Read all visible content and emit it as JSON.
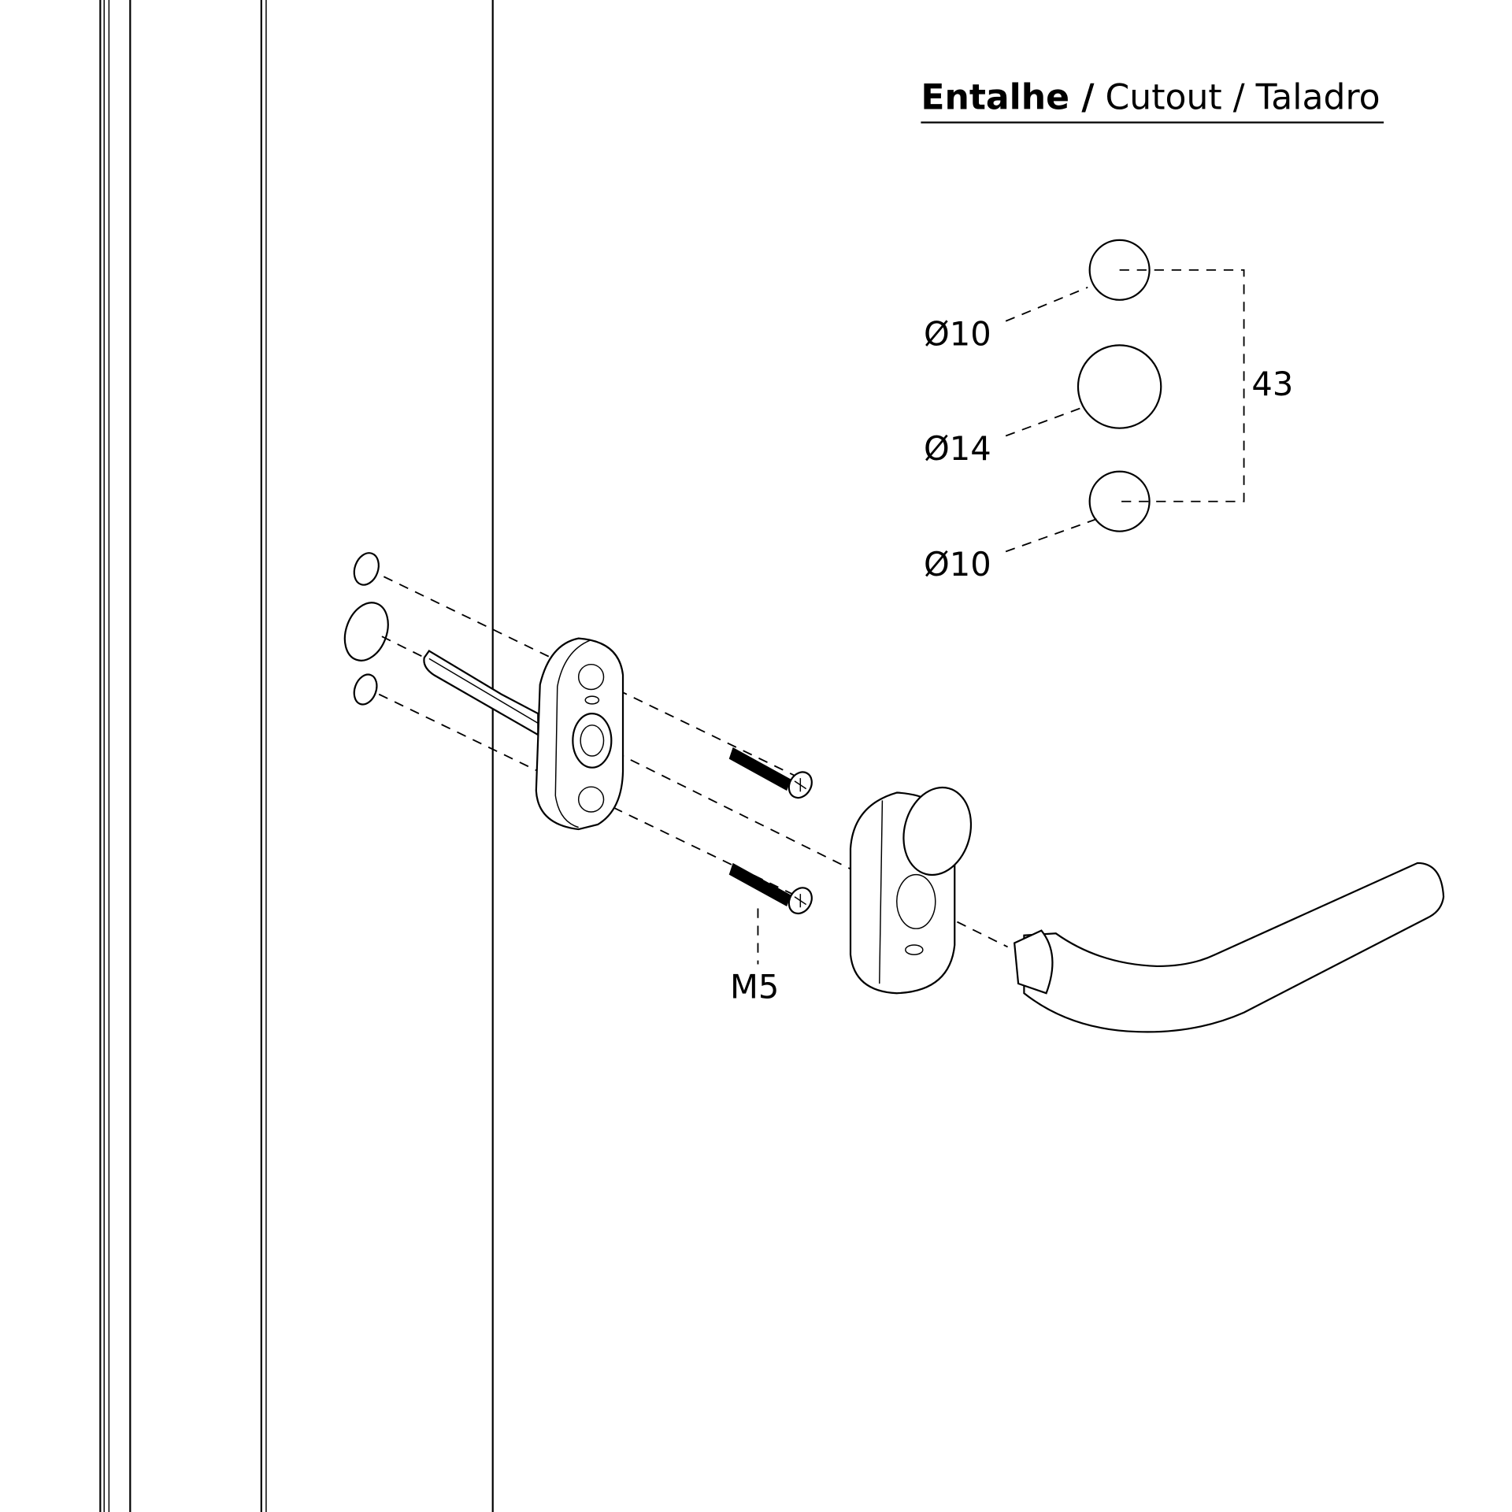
{
  "title": {
    "bold": "Entalhe /",
    "rest": " Cutout / Taladro"
  },
  "cutout": {
    "holes": [
      {
        "label": "Ø10"
      },
      {
        "label": "Ø14"
      },
      {
        "label": "Ø10"
      }
    ],
    "spacing_label": "43"
  },
  "screw_label": "M5"
}
